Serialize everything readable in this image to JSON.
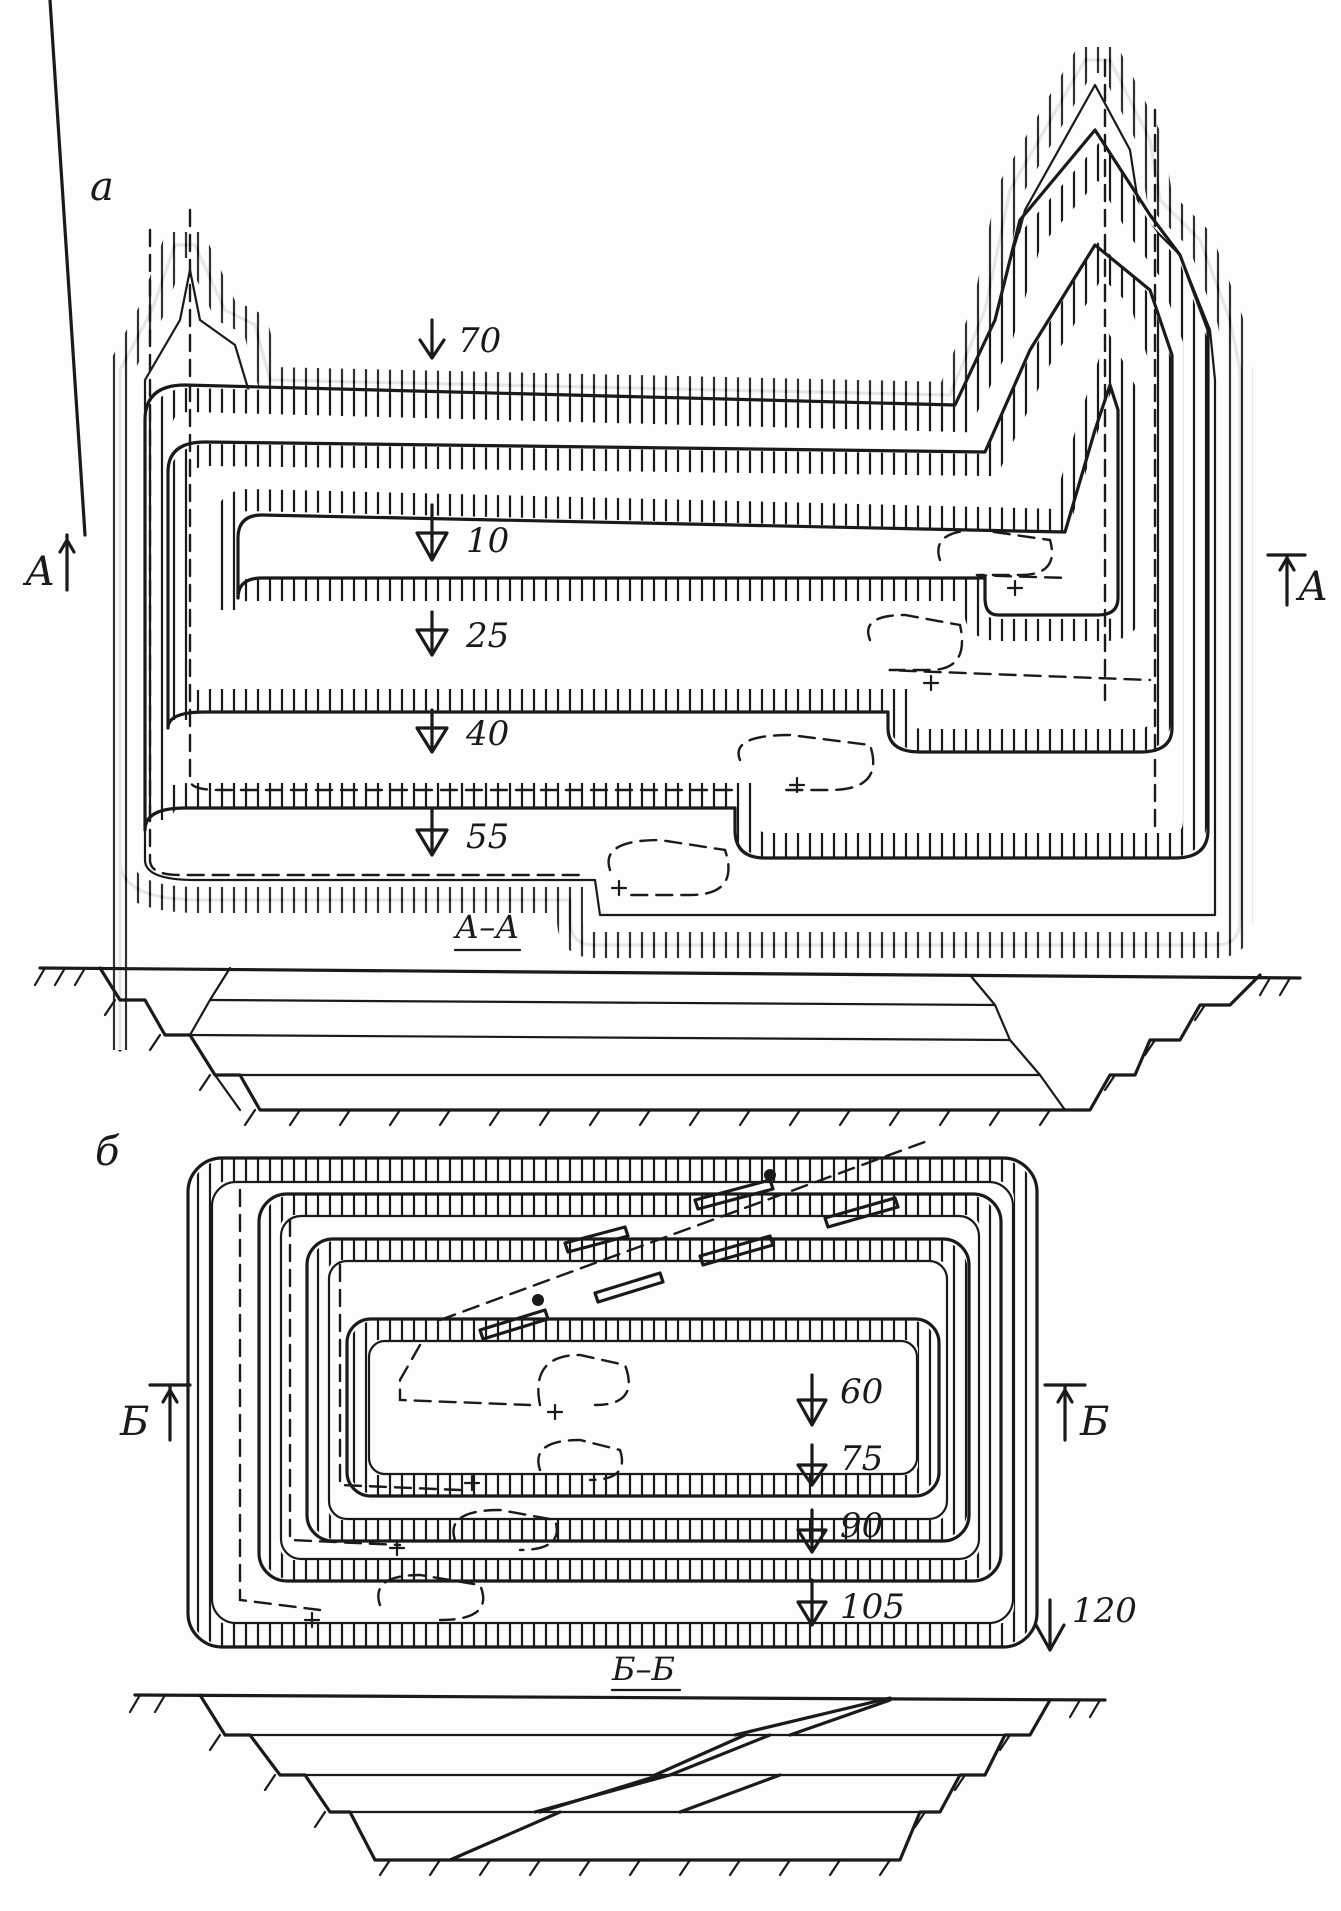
{
  "figure_a": {
    "panel_label": "а",
    "section_marker": "А",
    "section_title": "А–А",
    "depth_labels": [
      {
        "key": "d70",
        "value": "70"
      },
      {
        "key": "d10",
        "value": "10"
      },
      {
        "key": "d25",
        "value": "25"
      },
      {
        "key": "d40",
        "value": "40"
      },
      {
        "key": "d55",
        "value": "55"
      }
    ]
  },
  "figure_b": {
    "panel_label": "б",
    "section_marker": "Б",
    "section_title": "Б–Б",
    "depth_labels": [
      {
        "key": "d60",
        "value": "60"
      },
      {
        "key": "d75",
        "value": "75"
      },
      {
        "key": "d90",
        "value": "90"
      },
      {
        "key": "d105",
        "value": "105"
      },
      {
        "key": "d120",
        "value": "120"
      }
    ]
  },
  "colors": {
    "ink": "#1a1a1a",
    "paper": "#fdfdfb"
  }
}
